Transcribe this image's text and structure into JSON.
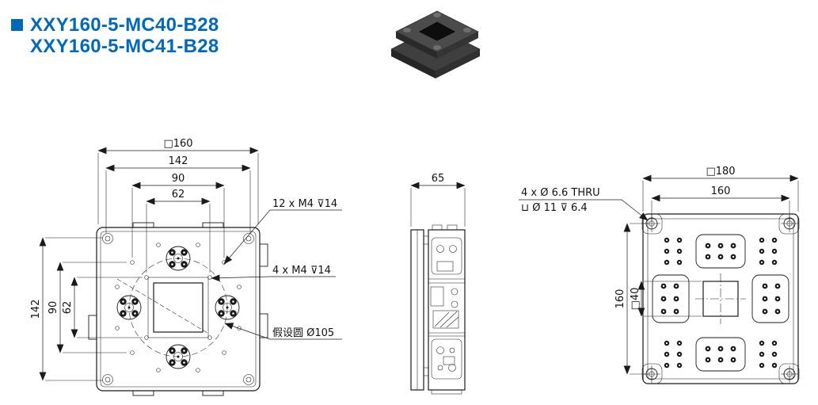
{
  "colors": {
    "accent": "#0068b7",
    "line": "#1a1a1a"
  },
  "title": {
    "line1": "XXY160-5-MC40-B28",
    "line2": "XXY160-5-MC41-B28"
  },
  "front_view": {
    "dim_outer": "□160",
    "dim_142_h": "142",
    "dim_90_h": "90",
    "dim_62_h": "62",
    "dim_142_v": "142",
    "dim_90_v": "90",
    "dim_62_v": "62",
    "note_12xM4": "12 x M4 ⊽14",
    "note_4xM4": "4 x M4 ⊽14",
    "note_circle": "假设圆 Ø105"
  },
  "side_view": {
    "dim_width": "65"
  },
  "bottom_view": {
    "dim_outer": "□180",
    "dim_span_h": "160",
    "dim_span_v": "160",
    "dim_center": "□40",
    "note_line1": "4 x Ø 6.6 THRU",
    "note_line2": "⊔ Ø 11  ⊽ 6.4"
  }
}
